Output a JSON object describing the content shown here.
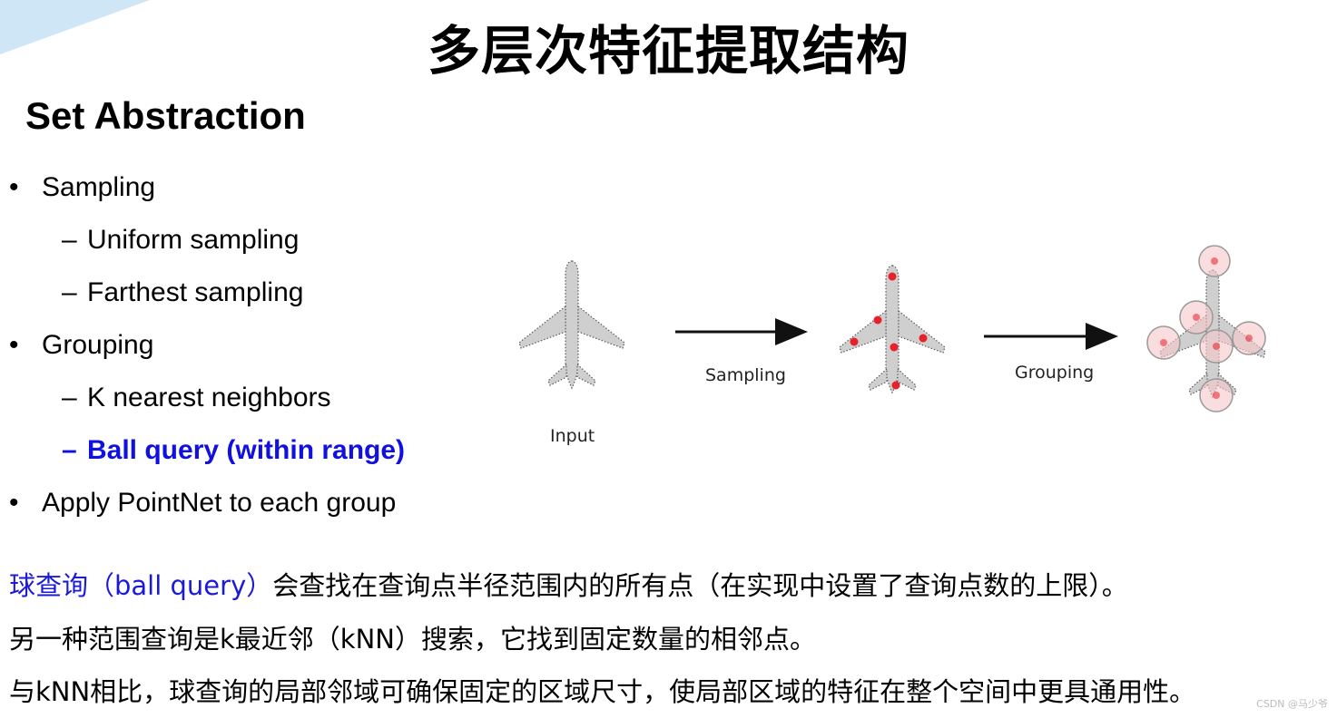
{
  "slide": {
    "title": "多层次特征提取结构",
    "heading": "Set Abstraction"
  },
  "bullets": [
    {
      "level": 1,
      "marker": "•",
      "text": "Sampling"
    },
    {
      "level": 2,
      "marker": "–",
      "text": "Uniform sampling"
    },
    {
      "level": 2,
      "marker": "–",
      "text": "Farthest sampling"
    },
    {
      "level": 1,
      "marker": "•",
      "text": "Grouping"
    },
    {
      "level": 2,
      "marker": "–",
      "text": "K nearest neighbors"
    },
    {
      "level": 2,
      "marker": "–",
      "text": "Ball query (within range)",
      "highlight": true
    },
    {
      "level": 1,
      "marker": "•",
      "text": "Apply PointNet to each group"
    }
  ],
  "diagram": {
    "input_label": "Input",
    "sampling_label": "Sampling",
    "grouping_label": "Grouping"
  },
  "paragraphs": {
    "p1_blue": "球查询（ball query）",
    "p1_rest": "会查找在查询点半径范围内的所有点（在实现中设置了查询点数的上限）。",
    "p2": "另一种范围查询是k最近邻（kNN）搜索，它找到固定数量的相邻点。",
    "p3": "与kNN相比，球查询的局部邻域可确保固定的区域尺寸，使局部区域的特征在整个空间中更具通用性。"
  },
  "colors": {
    "highlight": "#1010e0",
    "blue_text": "#1a1ad8",
    "sample_point": "#e8202a"
  },
  "watermark": "CSDN @马少爷"
}
